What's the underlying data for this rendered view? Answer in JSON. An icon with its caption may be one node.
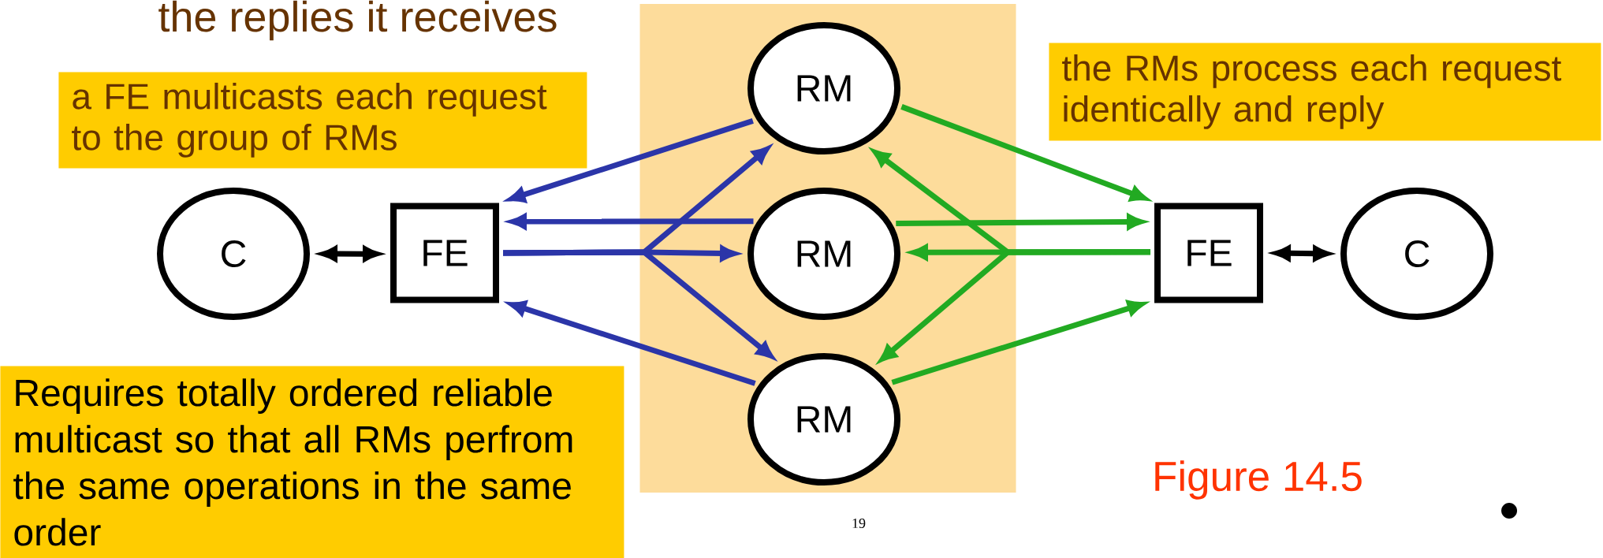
{
  "diagram": {
    "nodes": [
      {
        "text": [
          "a FE multicasts each request to the group of RMs"
        ]
      },
      {
        "text": [
          "C"
        ]
      },
      {
        "text": [
          "FE"
        ]
      },
      {
        "text": [],
        "shape": "box"
      },
      {
        "text": [
          "RM"
        ],
        "in": 3
      },
      {
        "text": [
          "RM"
        ],
        "in": 3
      },
      {
        "text": [
          "RM"
        ],
        "in": 3
      },
      {
        "text": [
          "the RMs process each request identically and reply"
        ]
      },
      {
        "text": [
          "FE"
        ]
      },
      {
        "text": [
          "C"
        ]
      },
      {
        "text": [
          "Requires totally ordered reliable multicast so that all RMs perfrom the same operations in the same order"
        ]
      }
    ],
    "edges": [
      {
        "from": 1,
        "to": 2,
        "arrow": "both",
        "color": "#000000"
      },
      {
        "from": 2,
        "to": 4,
        "arrow": "to",
        "color": "#2b35a8"
      },
      {
        "from": 2,
        "to": 5,
        "arrow": "to",
        "color": "#2b35a8"
      },
      {
        "from": 2,
        "to": 6,
        "arrow": "to",
        "color": "#2b35a8"
      },
      {
        "from": 4,
        "to": 2,
        "arrow": "to",
        "color": "#2b35a8"
      },
      {
        "from": 5,
        "to": 2,
        "arrow": "to",
        "color": "#2b35a8"
      },
      {
        "from": 6,
        "to": 2,
        "arrow": "to",
        "color": "#2b35a8"
      },
      {
        "from": 4,
        "to": 8,
        "arrow": "to",
        "color": "#22aa22"
      },
      {
        "from": 5,
        "to": 8,
        "arrow": "to",
        "color": "#22aa22"
      },
      {
        "from": 6,
        "to": 8,
        "arrow": "to",
        "color": "#22aa22"
      },
      {
        "from": 8,
        "to": 4,
        "arrow": "to",
        "color": "#22aa22"
      },
      {
        "from": 8,
        "to": 5,
        "arrow": "to",
        "color": "#22aa22"
      },
      {
        "from": 8,
        "to": 6,
        "arrow": "to",
        "color": "#22aa22"
      },
      {
        "from": 8,
        "to": 9,
        "arrow": "both",
        "color": "#000000"
      }
    ],
    "labels": [
      "the replies it receives",
      "Figure 14.5",
      "19"
    ]
  }
}
